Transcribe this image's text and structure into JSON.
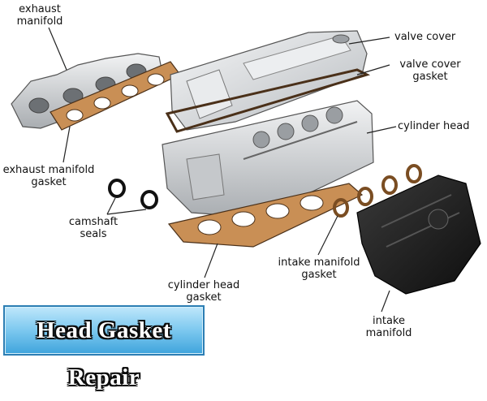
{
  "labels": {
    "exhaust_manifold": "exhaust\nmanifold",
    "valve_cover": "valve cover",
    "valve_cover_gasket": "valve cover\ngasket",
    "cylinder_head": "cylinder head",
    "exhaust_manifold_gasket": "exhaust manifold\ngasket",
    "camshaft_seals": "camshaft\nseals",
    "intake_manifold_gasket": "intake manifold\ngasket",
    "cylinder_head_gasket": "cylinder head\ngasket",
    "intake_manifold": "intake\nmanifold"
  },
  "banner": {
    "title": "Head Gasket Repair"
  },
  "colors": {
    "gasket": "#c98f55",
    "metal": "#d4d7da",
    "intake": "#1c1c1c",
    "banner": "#5bb5e6"
  }
}
